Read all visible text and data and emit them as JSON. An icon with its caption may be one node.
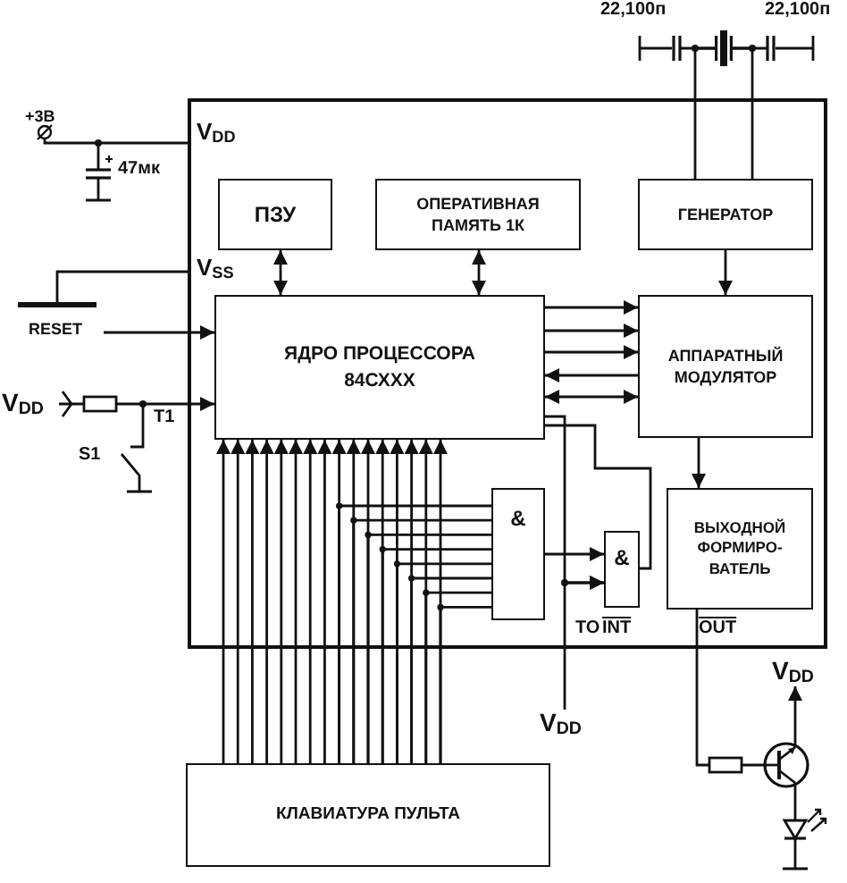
{
  "diagram": {
    "nodes": [
      {
        "text": [],
        "shape": "box"
      },
      {
        "text": [
          "ПЗУ"
        ],
        "in": 0
      },
      {
        "text": [
          "ОПЕРАТИВНАЯ ПАМЯТЬ 1К"
        ],
        "in": 0
      },
      {
        "text": [
          "ГЕНЕРАТОР"
        ],
        "in": 0
      },
      {
        "text": [
          "ЯДРО ПРОЦЕССОРА 84СХХХ"
        ],
        "in": 0
      },
      {
        "text": [
          "АППАРАТНЫЙ МОДУЛЯТОР"
        ],
        "in": 0
      },
      {
        "text": [
          "&"
        ],
        "in": 0
      },
      {
        "text": [
          "&"
        ],
        "in": 0
      },
      {
        "text": [
          "ВЫХОДНОЙ ФОРМИРО- ВАТЕЛЬ"
        ],
        "in": 0
      },
      {
        "text": [
          "КЛАВИАТУРА ПУЛЬТА"
        ]
      },
      {
        "text": [],
        "shape": "crystal"
      },
      {
        "text": [
          "+3В"
        ]
      },
      {
        "text": [
          "RESET"
        ]
      },
      {
        "text": [
          "V$_{DD}$"
        ]
      },
      {
        "text": [
          "V$_{DD}$"
        ]
      },
      {
        "text": [],
        "shape": "transistor"
      },
      {
        "text": [
          "V$_{DD}$"
        ]
      },
      {
        "text": [],
        "shape": "led"
      },
      {
        "text": [],
        "shape": "ground"
      }
    ],
    "edges": [
      {
        "from": 1,
        "to": 4,
        "arrow": "both"
      },
      {
        "from": 2,
        "to": 4,
        "arrow": "both"
      },
      {
        "from": 3,
        "to": 5,
        "arrow": "to"
      },
      {
        "from": 4,
        "to": 5,
        "arrow": "to"
      },
      {
        "from": 4,
        "to": 5,
        "arrow": "to"
      },
      {
        "from": 4,
        "to": 5,
        "arrow": "to"
      },
      {
        "from": 5,
        "to": 4,
        "arrow": "to"
      },
      {
        "from": 4,
        "to": 5,
        "arrow": "both"
      },
      {
        "from": 5,
        "to": 8,
        "arrow": "to"
      },
      {
        "from": 4,
        "to": 7,
        "arrow": "none"
      },
      {
        "from": 6,
        "to": 7,
        "arrow": "to"
      },
      {
        "from": 14,
        "to": 7,
        "arrow": "to"
      },
      {
        "from": 12,
        "to": 4,
        "arrow": "to"
      },
      {
        "from": 13,
        "to": 4,
        "arrow": "to"
      },
      {
        "from": 11,
        "to": 0,
        "arrow": "other"
      },
      {
        "from": 8,
        "to": 15,
        "arrow": "none"
      },
      {
        "from": 15,
        "to": 16,
        "arrow": "to"
      },
      {
        "from": 15,
        "to": 17,
        "arrow": "none"
      },
      {
        "from": 10,
        "to": 3,
        "arrow": "none"
      },
      {
        "from": 10,
        "to": 3,
        "arrow": "none"
      },
      {
        "from": 9,
        "to": 4,
        "arrow": "to"
      },
      {
        "from": 9,
        "to": 4,
        "arrow": "to"
      },
      {
        "from": 9,
        "to": 4,
        "arrow": "to"
      },
      {
        "from": 9,
        "to": 4,
        "arrow": "to"
      },
      {
        "from": 9,
        "to": 4,
        "arrow": "to"
      },
      {
        "from": 9,
        "to": 4,
        "arrow": "to"
      },
      {
        "from": 9,
        "to": 4,
        "arrow": "to"
      },
      {
        "from": 9,
        "to": 4,
        "arrow": "to"
      },
      {
        "from": 9,
        "to": 4,
        "arrow": "to"
      },
      {
        "from": 9,
        "to": 4,
        "arrow": "to"
      },
      {
        "from": 9,
        "to": 4,
        "arrow": "to"
      },
      {
        "from": 9,
        "to": 4,
        "arrow": "to"
      },
      {
        "from": 9,
        "to": 4,
        "arrow": "to"
      },
      {
        "from": 9,
        "to": 4,
        "arrow": "to"
      },
      {
        "from": 9,
        "to": 4,
        "arrow": "to"
      },
      {
        "from": 9,
        "to": 4,
        "arrow": "to"
      },
      {
        "from": 4,
        "to": 7,
        "arrow": "to"
      },
      {
        "from": 9,
        "to": 6,
        "arrow": "none"
      },
      {
        "from": 9,
        "to": 6,
        "arrow": "none"
      },
      {
        "from": 9,
        "to": 6,
        "arrow": "none"
      },
      {
        "from": 9,
        "to": 6,
        "arrow": "none"
      },
      {
        "from": 9,
        "to": 6,
        "arrow": "none"
      },
      {
        "from": 9,
        "to": 6,
        "arrow": "none"
      },
      {
        "from": 9,
        "to": 6,
        "arrow": "none"
      },
      {
        "from": 9,
        "to": 6,
        "arrow": "none"
      },
      {
        "from": 0,
        "to": 18,
        "arrow": "none"
      }
    ],
    "labels": [
      "22,100п",
      "22,100п",
      "V$_{DD}$",
      "47мк",
      "V$_{SS}$",
      "T1",
      "S1",
      "TO",
      "INT",
      "OUT"
    ]
  }
}
